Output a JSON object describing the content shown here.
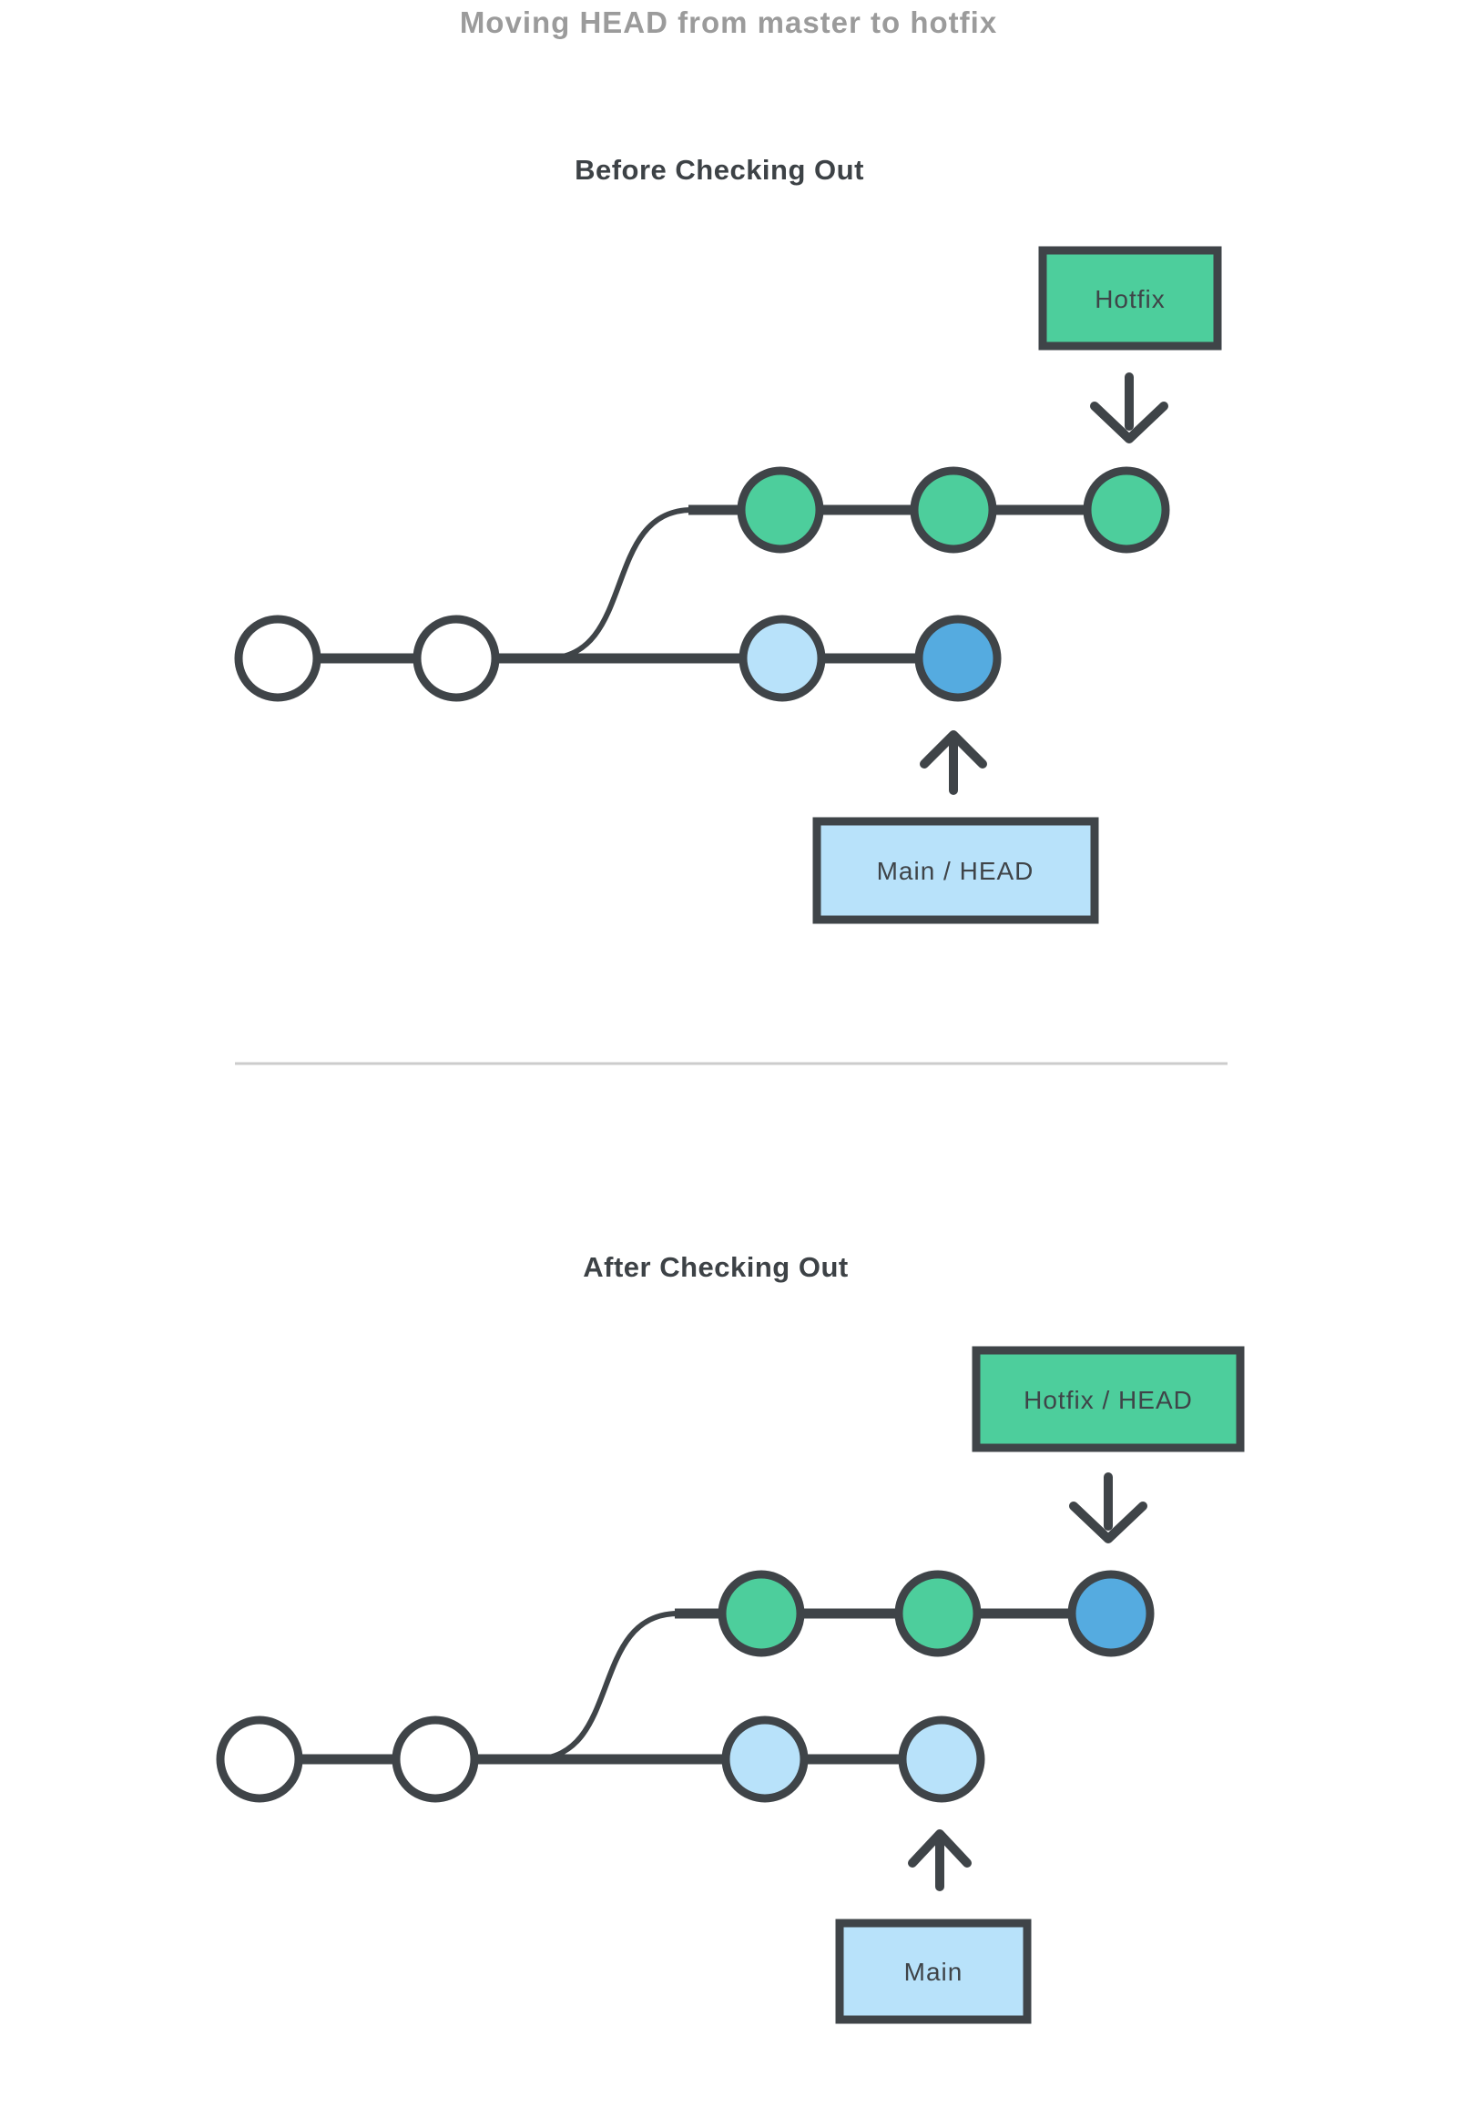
{
  "page": {
    "title": "Moving HEAD from master to hotfix"
  },
  "colors": {
    "green": "#4DCE9C",
    "light_blue": "#B8E2FA",
    "blue": "#55ABE0",
    "white": "#FFFFFF",
    "outline": "#3F4448",
    "heading": "#3D4246",
    "label_text": "#3F4448",
    "title_gray": "#9B9B9B",
    "divider": "#CCCCCC"
  },
  "panels": [
    {
      "heading": "Before Checking Out",
      "branch_label": {
        "text": "Hotfix"
      },
      "head_label": {
        "text": "Main / HEAD"
      },
      "top_nodes": [
        {
          "color": "#4DCE9C"
        },
        {
          "color": "#4DCE9C"
        },
        {
          "color": "#4DCE9C"
        }
      ],
      "bottom_nodes": [
        {
          "color": "#FFFFFF"
        },
        {
          "color": "#FFFFFF"
        },
        {
          "color": "#B8E2FA"
        },
        {
          "color": "#55ABE0"
        }
      ]
    },
    {
      "heading": "After Checking Out",
      "branch_label": {
        "text": "Hotfix / HEAD"
      },
      "head_label": {
        "text": "Main"
      },
      "top_nodes": [
        {
          "color": "#4DCE9C"
        },
        {
          "color": "#4DCE9C"
        },
        {
          "color": "#55ABE0"
        }
      ],
      "bottom_nodes": [
        {
          "color": "#FFFFFF"
        },
        {
          "color": "#FFFFFF"
        },
        {
          "color": "#B8E2FA"
        },
        {
          "color": "#B8E2FA"
        }
      ]
    }
  ]
}
